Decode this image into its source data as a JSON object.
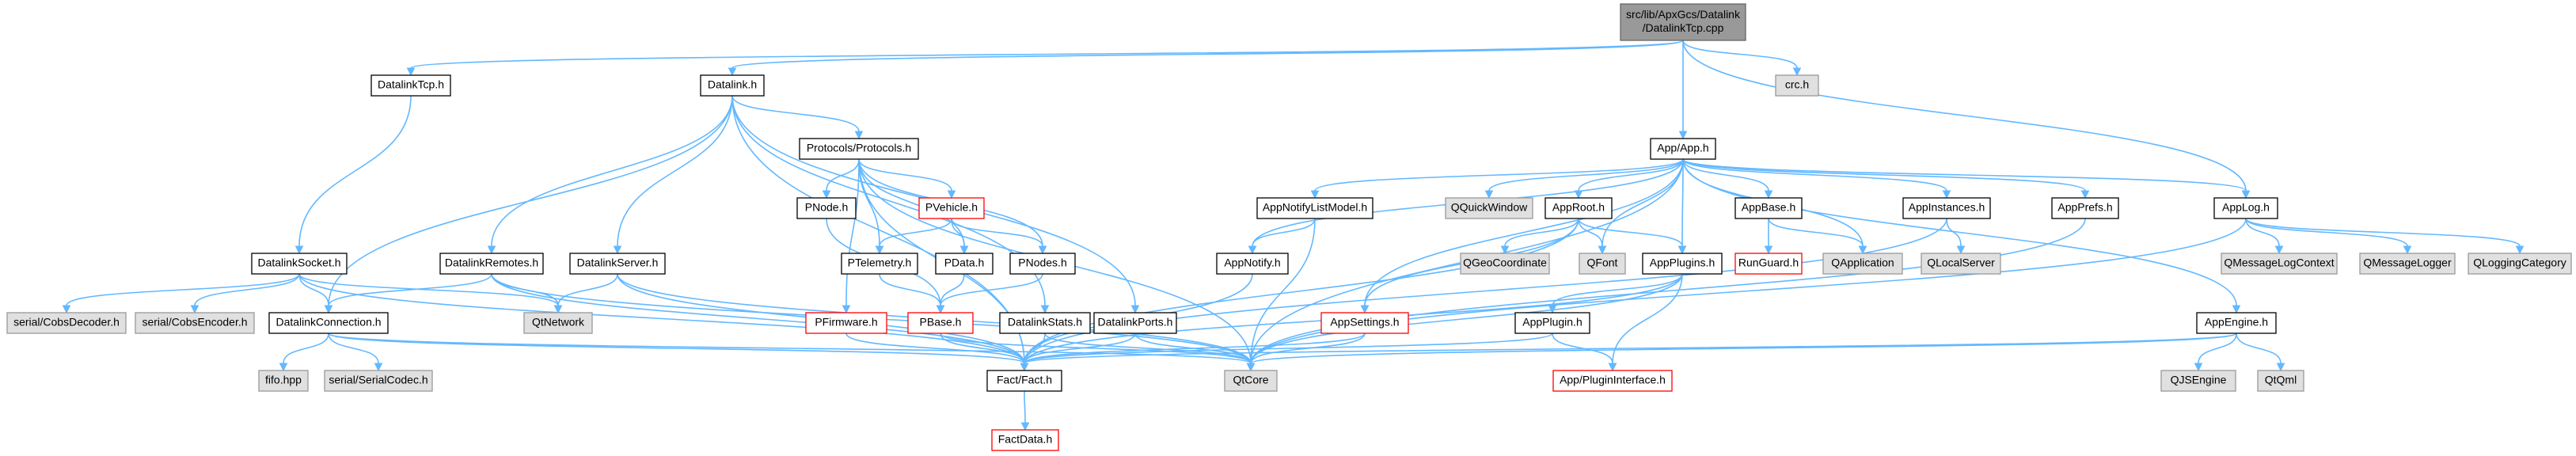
{
  "colors": {
    "edge": "#63b8ff",
    "root_fill": "#999999",
    "node_fill": "#ffffff",
    "node_stroke": "#000000",
    "external_fill": "#e0e0e0",
    "external_stroke": "#999999",
    "truncated_stroke": "#ff0000",
    "text": "#000000"
  },
  "nodes": [
    {
      "id": "root",
      "lines": [
        "src/lib/ApxGcs/Datalink",
        "/DatalinkTcp.cpp"
      ],
      "kind": "root"
    },
    {
      "id": "datalinktcp_h",
      "lines": [
        "DatalinkTcp.h"
      ],
      "kind": "normal"
    },
    {
      "id": "datalink_h",
      "lines": [
        "Datalink.h"
      ],
      "kind": "normal"
    },
    {
      "id": "crc_h",
      "lines": [
        "crc.h"
      ],
      "kind": "external"
    },
    {
      "id": "app_h",
      "lines": [
        "App/App.h"
      ],
      "kind": "normal"
    },
    {
      "id": "protocols_h",
      "lines": [
        "Protocols/Protocols.h"
      ],
      "kind": "normal"
    },
    {
      "id": "pnode_h",
      "lines": [
        "PNode.h"
      ],
      "kind": "normal"
    },
    {
      "id": "pvehicle_h",
      "lines": [
        "PVehicle.h"
      ],
      "kind": "truncated"
    },
    {
      "id": "ptelemetry_h",
      "lines": [
        "PTelemetry.h"
      ],
      "kind": "normal"
    },
    {
      "id": "pdata_h",
      "lines": [
        "PData.h"
      ],
      "kind": "normal"
    },
    {
      "id": "pnodes_h",
      "lines": [
        "PNodes.h"
      ],
      "kind": "normal"
    },
    {
      "id": "pbase_h",
      "lines": [
        "PBase.h"
      ],
      "kind": "truncated"
    },
    {
      "id": "pfirmware_h",
      "lines": [
        "PFirmware.h"
      ],
      "kind": "truncated"
    },
    {
      "id": "datalinksocket_h",
      "lines": [
        "DatalinkSocket.h"
      ],
      "kind": "normal"
    },
    {
      "id": "datalinkremotes_h",
      "lines": [
        "DatalinkRemotes.h"
      ],
      "kind": "normal"
    },
    {
      "id": "datalinkserver_h",
      "lines": [
        "DatalinkServer.h"
      ],
      "kind": "normal"
    },
    {
      "id": "datalinkconnection_h",
      "lines": [
        "DatalinkConnection.h"
      ],
      "kind": "normal"
    },
    {
      "id": "datalinkstats_h",
      "lines": [
        "DatalinkStats.h"
      ],
      "kind": "normal"
    },
    {
      "id": "datalinkports_h",
      "lines": [
        "DatalinkPorts.h"
      ],
      "kind": "normal"
    },
    {
      "id": "cobsdecoder_h",
      "lines": [
        "serial/CobsDecoder.h"
      ],
      "kind": "external"
    },
    {
      "id": "cobsencoder_h",
      "lines": [
        "serial/CobsEncoder.h"
      ],
      "kind": "external"
    },
    {
      "id": "qtnetwork",
      "lines": [
        "QtNetwork"
      ],
      "kind": "external"
    },
    {
      "id": "fifo_hpp",
      "lines": [
        "fifo.hpp"
      ],
      "kind": "external"
    },
    {
      "id": "serialcodec_h",
      "lines": [
        "serial/SerialCodec.h"
      ],
      "kind": "external"
    },
    {
      "id": "fact_h",
      "lines": [
        "Fact/Fact.h"
      ],
      "kind": "normal"
    },
    {
      "id": "factdata_h",
      "lines": [
        "FactData.h"
      ],
      "kind": "truncated"
    },
    {
      "id": "qtcore",
      "lines": [
        "QtCore"
      ],
      "kind": "external"
    },
    {
      "id": "appnotifylistmodel_h",
      "lines": [
        "AppNotifyListModel.h"
      ],
      "kind": "normal"
    },
    {
      "id": "appnotify_h",
      "lines": [
        "AppNotify.h"
      ],
      "kind": "normal"
    },
    {
      "id": "qquickwindow",
      "lines": [
        "QQuickWindow"
      ],
      "kind": "external"
    },
    {
      "id": "approot_h",
      "lines": [
        "AppRoot.h"
      ],
      "kind": "normal"
    },
    {
      "id": "qgeocoordinate",
      "lines": [
        "QGeoCoordinate"
      ],
      "kind": "external"
    },
    {
      "id": "qfont",
      "lines": [
        "QFont"
      ],
      "kind": "external"
    },
    {
      "id": "appplugins_h",
      "lines": [
        "AppPlugins.h"
      ],
      "kind": "normal"
    },
    {
      "id": "appsettings_h",
      "lines": [
        "AppSettings.h"
      ],
      "kind": "truncated"
    },
    {
      "id": "appplugin_h",
      "lines": [
        "AppPlugin.h"
      ],
      "kind": "normal"
    },
    {
      "id": "appplugininterface_h",
      "lines": [
        "App/PluginInterface.h"
      ],
      "kind": "truncated"
    },
    {
      "id": "appbase_h",
      "lines": [
        "AppBase.h"
      ],
      "kind": "normal"
    },
    {
      "id": "runguard_h",
      "lines": [
        "RunGuard.h"
      ],
      "kind": "truncated"
    },
    {
      "id": "qapplication",
      "lines": [
        "QApplication"
      ],
      "kind": "external"
    },
    {
      "id": "appinstances_h",
      "lines": [
        "AppInstances.h"
      ],
      "kind": "normal"
    },
    {
      "id": "qlocalserver",
      "lines": [
        "QLocalServer"
      ],
      "kind": "external"
    },
    {
      "id": "appprefs_h",
      "lines": [
        "AppPrefs.h"
      ],
      "kind": "normal"
    },
    {
      "id": "applog_h",
      "lines": [
        "AppLog.h"
      ],
      "kind": "normal"
    },
    {
      "id": "qmessagelogcontext",
      "lines": [
        "QMessageLogContext"
      ],
      "kind": "external"
    },
    {
      "id": "qmessagelogger",
      "lines": [
        "QMessageLogger"
      ],
      "kind": "external"
    },
    {
      "id": "qloggingcategory",
      "lines": [
        "QLoggingCategory"
      ],
      "kind": "external"
    },
    {
      "id": "appengine_h",
      "lines": [
        "AppEngine.h"
      ],
      "kind": "normal"
    },
    {
      "id": "qjsengine",
      "lines": [
        "QJSEngine"
      ],
      "kind": "external"
    },
    {
      "id": "qtqml",
      "lines": [
        "QtQml"
      ],
      "kind": "external"
    }
  ],
  "edges": [
    [
      "root",
      "datalinktcp_h"
    ],
    [
      "root",
      "datalink_h"
    ],
    [
      "root",
      "crc_h"
    ],
    [
      "root",
      "app_h"
    ],
    [
      "root",
      "applog_h"
    ],
    [
      "datalinktcp_h",
      "datalinksocket_h"
    ],
    [
      "datalink_h",
      "protocols_h"
    ],
    [
      "datalink_h",
      "datalinkremotes_h"
    ],
    [
      "datalink_h",
      "datalinkserver_h"
    ],
    [
      "datalink_h",
      "datalinkconnection_h"
    ],
    [
      "datalink_h",
      "datalinkstats_h"
    ],
    [
      "datalink_h",
      "datalinkports_h"
    ],
    [
      "datalink_h",
      "fact_h"
    ],
    [
      "protocols_h",
      "pnode_h"
    ],
    [
      "protocols_h",
      "pvehicle_h"
    ],
    [
      "protocols_h",
      "ptelemetry_h"
    ],
    [
      "protocols_h",
      "pdata_h"
    ],
    [
      "protocols_h",
      "pnodes_h"
    ],
    [
      "protocols_h",
      "pfirmware_h"
    ],
    [
      "protocols_h",
      "fact_h"
    ],
    [
      "protocols_h",
      "qtcore"
    ],
    [
      "pnode_h",
      "pbase_h"
    ],
    [
      "pvehicle_h",
      "ptelemetry_h"
    ],
    [
      "pvehicle_h",
      "pdata_h"
    ],
    [
      "pvehicle_h",
      "pnodes_h"
    ],
    [
      "ptelemetry_h",
      "pbase_h"
    ],
    [
      "pdata_h",
      "pbase_h"
    ],
    [
      "pnodes_h",
      "pbase_h"
    ],
    [
      "pbase_h",
      "fact_h"
    ],
    [
      "pbase_h",
      "qtcore"
    ],
    [
      "pfirmware_h",
      "fact_h"
    ],
    [
      "datalinksocket_h",
      "cobsdecoder_h"
    ],
    [
      "datalinksocket_h",
      "cobsencoder_h"
    ],
    [
      "datalinksocket_h",
      "datalinkconnection_h"
    ],
    [
      "datalinksocket_h",
      "qtnetwork"
    ],
    [
      "datalinksocket_h",
      "fact_h"
    ],
    [
      "datalinkremotes_h",
      "datalinkconnection_h"
    ],
    [
      "datalinkremotes_h",
      "qtnetwork"
    ],
    [
      "datalinkremotes_h",
      "fact_h"
    ],
    [
      "datalinkremotes_h",
      "qtcore"
    ],
    [
      "datalinkserver_h",
      "qtnetwork"
    ],
    [
      "datalinkserver_h",
      "fact_h"
    ],
    [
      "datalinkserver_h",
      "qtcore"
    ],
    [
      "datalinkconnection_h",
      "fifo_hpp"
    ],
    [
      "datalinkconnection_h",
      "serialcodec_h"
    ],
    [
      "datalinkconnection_h",
      "fact_h"
    ],
    [
      "datalinkconnection_h",
      "qtcore"
    ],
    [
      "datalinkstats_h",
      "fact_h"
    ],
    [
      "datalinkstats_h",
      "qtcore"
    ],
    [
      "datalinkports_h",
      "fact_h"
    ],
    [
      "datalinkports_h",
      "qtcore"
    ],
    [
      "fact_h",
      "factdata_h"
    ],
    [
      "app_h",
      "appnotifylistmodel_h"
    ],
    [
      "app_h",
      "appnotify_h"
    ],
    [
      "app_h",
      "qquickwindow"
    ],
    [
      "app_h",
      "approot_h"
    ],
    [
      "app_h",
      "appsettings_h"
    ],
    [
      "app_h",
      "qfont"
    ],
    [
      "app_h",
      "appplugins_h"
    ],
    [
      "app_h",
      "appbase_h"
    ],
    [
      "app_h",
      "qapplication"
    ],
    [
      "app_h",
      "appinstances_h"
    ],
    [
      "app_h",
      "appprefs_h"
    ],
    [
      "app_h",
      "applog_h"
    ],
    [
      "app_h",
      "appengine_h"
    ],
    [
      "app_h",
      "qtcore"
    ],
    [
      "appnotifylistmodel_h",
      "appnotify_h"
    ],
    [
      "appnotifylistmodel_h",
      "qtcore"
    ],
    [
      "appnotify_h",
      "fact_h"
    ],
    [
      "approot_h",
      "qgeocoordinate"
    ],
    [
      "approot_h",
      "qfont"
    ],
    [
      "approot_h",
      "appplugins_h"
    ],
    [
      "approot_h",
      "appsettings_h"
    ],
    [
      "approot_h",
      "fact_h"
    ],
    [
      "appplugins_h",
      "appplugin_h"
    ],
    [
      "appplugins_h",
      "appplugininterface_h"
    ],
    [
      "appplugins_h",
      "fact_h"
    ],
    [
      "appplugins_h",
      "qtcore"
    ],
    [
      "appplugin_h",
      "appplugininterface_h"
    ],
    [
      "appplugin_h",
      "fact_h"
    ],
    [
      "appsettings_h",
      "fact_h"
    ],
    [
      "appsettings_h",
      "qtcore"
    ],
    [
      "appbase_h",
      "runguard_h"
    ],
    [
      "appbase_h",
      "qapplication"
    ],
    [
      "appinstances_h",
      "qlocalserver"
    ],
    [
      "appinstances_h",
      "fact_h"
    ],
    [
      "appprefs_h",
      "qtcore"
    ],
    [
      "applog_h",
      "qmessagelogcontext"
    ],
    [
      "applog_h",
      "qmessagelogger"
    ],
    [
      "applog_h",
      "qloggingcategory"
    ],
    [
      "applog_h",
      "qtcore"
    ],
    [
      "appengine_h",
      "qjsengine"
    ],
    [
      "appengine_h",
      "qtqml"
    ],
    [
      "appengine_h",
      "fact_h"
    ],
    [
      "appengine_h",
      "qtcore"
    ]
  ]
}
